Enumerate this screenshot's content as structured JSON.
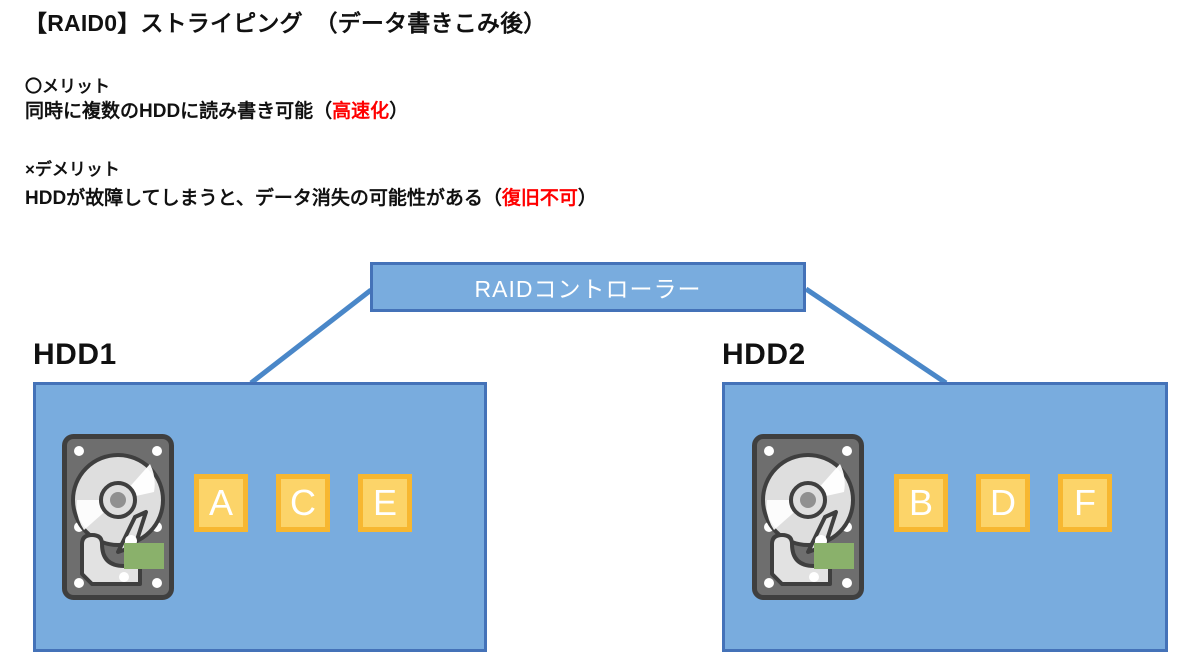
{
  "title": "【RAID0】ストライピング　（データ書きこみ後）",
  "merit": {
    "head": "〇メリット",
    "body_before": "同時に複数のHDDに読み書き可能（",
    "body_highlight": "高速化",
    "body_after": "）"
  },
  "demerit": {
    "head": "×デメリット",
    "body_before": "HDDが故障してしまうと、データ消失の可能性がある（",
    "body_highlight": "復旧不可",
    "body_after": "）"
  },
  "controller": {
    "label": "RAIDコントローラー"
  },
  "disks": [
    {
      "label": "HDD1",
      "icon": "hard-disk-drive-icon",
      "tiles": [
        "A",
        "C",
        "E"
      ]
    },
    {
      "label": "HDD2",
      "icon": "hard-disk-drive-icon",
      "tiles": [
        "B",
        "D",
        "F"
      ]
    }
  ],
  "colors": {
    "box_fill": "#79ACDE",
    "box_border": "#4472B8",
    "tile_fill": "#FCD469",
    "tile_border": "#F7B731",
    "tile_text": "#FFFFFF",
    "highlight_text": "#FF0000",
    "drive_body": "#6E6E6E",
    "drive_outline": "#3F3F3F",
    "platter": "#DEDEDE",
    "accent_green": "#8AB16B"
  }
}
